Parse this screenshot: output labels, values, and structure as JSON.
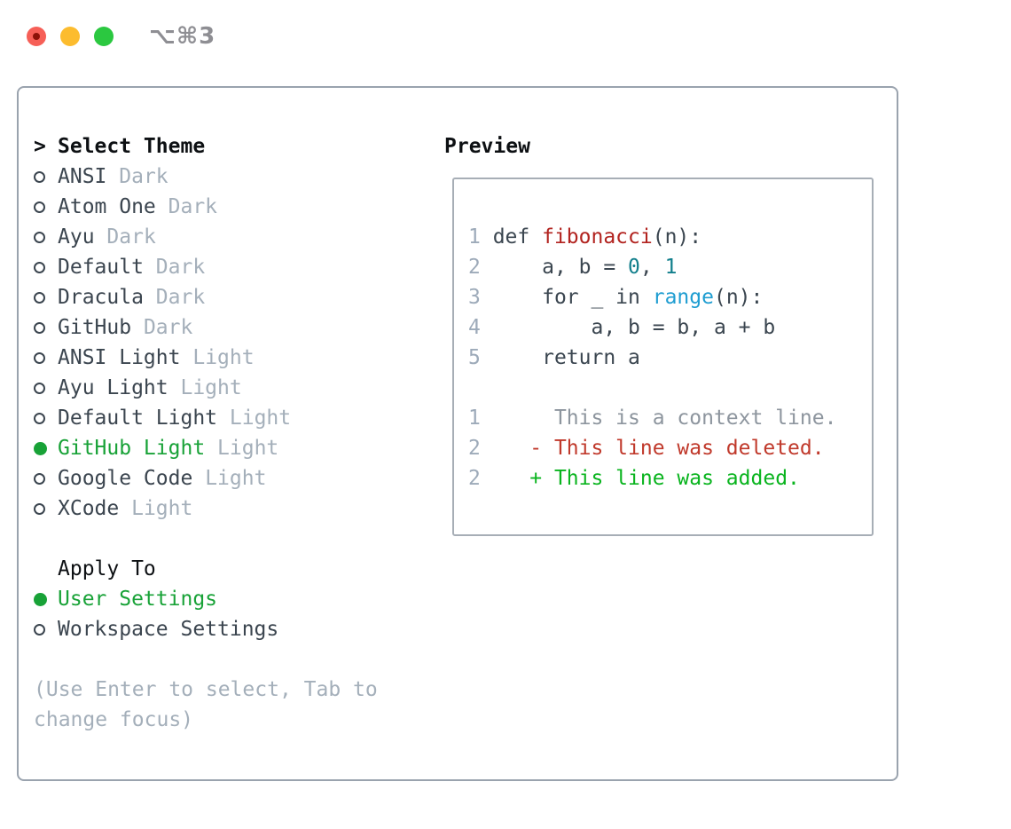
{
  "window": {
    "title": "⌥⌘3"
  },
  "theme_panel": {
    "header": {
      "prefix": ">",
      "label": "Select Theme"
    },
    "items": [
      {
        "name": "ANSI",
        "variant": "Dark",
        "selected": false
      },
      {
        "name": "Atom One",
        "variant": "Dark",
        "selected": false
      },
      {
        "name": "Ayu",
        "variant": "Dark",
        "selected": false
      },
      {
        "name": "Default",
        "variant": "Dark",
        "selected": false
      },
      {
        "name": "Dracula",
        "variant": "Dark",
        "selected": false
      },
      {
        "name": "GitHub",
        "variant": "Dark",
        "selected": false
      },
      {
        "name": "ANSI Light",
        "variant": "Light",
        "selected": false
      },
      {
        "name": "Ayu Light",
        "variant": "Light",
        "selected": false
      },
      {
        "name": "Default Light",
        "variant": "Light",
        "selected": false
      },
      {
        "name": "GitHub Light",
        "variant": "Light",
        "selected": true
      },
      {
        "name": "Google Code",
        "variant": "Light",
        "selected": false
      },
      {
        "name": "XCode",
        "variant": "Light",
        "selected": false
      }
    ],
    "apply_to": {
      "label": "Apply To",
      "options": [
        {
          "name": "User Settings",
          "selected": true
        },
        {
          "name": "Workspace Settings",
          "selected": false
        }
      ]
    },
    "hint_lines": [
      "(Use Enter to select, Tab to",
      "change focus)"
    ]
  },
  "preview": {
    "title": "Preview",
    "code_lines": [
      {
        "num": "1",
        "segments": [
          {
            "text": "def ",
            "color": "default"
          },
          {
            "text": "fibonacci",
            "color": "function"
          },
          {
            "text": "(n):",
            "color": "default"
          }
        ]
      },
      {
        "num": "2",
        "segments": [
          {
            "text": "    a, b = ",
            "color": "default"
          },
          {
            "text": "0",
            "color": "number"
          },
          {
            "text": ", ",
            "color": "default"
          },
          {
            "text": "1",
            "color": "number"
          }
        ]
      },
      {
        "num": "3",
        "segments": [
          {
            "text": "    for _ in ",
            "color": "default"
          },
          {
            "text": "range",
            "color": "builtin"
          },
          {
            "text": "(n):",
            "color": "default"
          }
        ]
      },
      {
        "num": "4",
        "segments": [
          {
            "text": "        a, b = b, a + b",
            "color": "default"
          }
        ]
      },
      {
        "num": "5",
        "segments": [
          {
            "text": "    return a",
            "color": "default"
          }
        ]
      },
      {
        "num": "",
        "segments": []
      },
      {
        "num": "1",
        "segments": [
          {
            "text": "     This is a context line.",
            "color": "context"
          }
        ]
      },
      {
        "num": "2",
        "segments": [
          {
            "text": "   - This line was deleted.",
            "color": "deleted"
          }
        ]
      },
      {
        "num": "2",
        "segments": [
          {
            "text": "   + This line was added.",
            "color": "added"
          }
        ]
      }
    ]
  },
  "colors": {
    "accent-green": "#18a237",
    "text-dark": "#3b454f",
    "text-black": "#0d1013",
    "text-muted": "#a4afba",
    "panel-border": "#9aa3ae",
    "preview-border": "#a7aeb6",
    "line-number": "#9daab9",
    "code-default": "#3b4650",
    "code-function": "#b2231f",
    "code-number": "#127f8c",
    "code-builtin": "#1f9dd1",
    "diff-context": "#8d959e",
    "diff-deleted": "#c0392b",
    "diff-added": "#09b41e",
    "traffic-red": "#f65f57",
    "traffic-red-dot": "#8c1208",
    "traffic-yellow": "#fcbc2e",
    "traffic-green": "#2bc840",
    "title-gray": "#8e8e93"
  }
}
